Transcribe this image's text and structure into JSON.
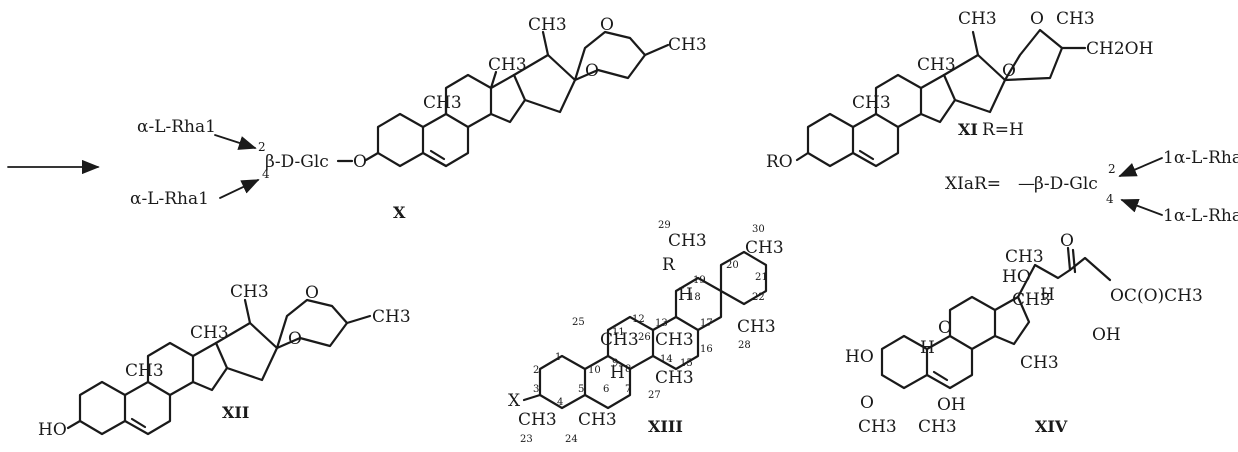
{
  "molecules": {
    "x": {
      "label": "X",
      "sugar_top": "α-L-Rha1",
      "sugar_bottom": "α-L-Rha1",
      "link2": "2",
      "link4": "4",
      "glc": "β-D-Glc",
      "o": "O",
      "ch3_18": "CH3",
      "ch3_19": "CH3",
      "ch3_21": "CH3",
      "ch3_27": "CH3",
      "o_ring": "O",
      "o_ring2": "O"
    },
    "xi": {
      "label": "XI",
      "r_def": "R=H",
      "ro": "RO",
      "ch3_18": "CH3",
      "ch3_19": "CH3",
      "ch3_21": "CH3",
      "ch3_25": "CH3",
      "ch2oh": "CH2OH",
      "o_ring": "O",
      "o_ring2": "O"
    },
    "xia": {
      "label": "XIaR=",
      "glc": "β-D-Glc",
      "link2": "2",
      "link4": "4",
      "sugar_top": "1α-L-Rha",
      "sugar_bottom": "1α-L-Rha"
    },
    "xii": {
      "label": "XII",
      "ho": "HO",
      "ch3_18": "CH3",
      "ch3_19": "CH3",
      "ch3_21": "CH3",
      "ch3_27": "CH3",
      "o_ring": "O",
      "o_ring2": "O"
    },
    "xiii": {
      "label": "XIII",
      "x": "X",
      "r": "R",
      "h18": "H",
      "h9": "H",
      "ch3_23": "CH3",
      "ch3_24": "CH3",
      "ch3_25": "CH3",
      "ch3_26": "CH3",
      "ch3_27": "CH3",
      "ch3_28": "CH3",
      "ch3_29": "CH3",
      "ch3_30": "CH3",
      "numbers": [
        "1",
        "2",
        "3",
        "4",
        "5",
        "6",
        "7",
        "8",
        "9",
        "10",
        "11",
        "12",
        "13",
        "14",
        "15",
        "16",
        "17",
        "18",
        "19",
        "20",
        "21",
        "22",
        "23",
        "24",
        "25",
        "26",
        "27",
        "28",
        "29",
        "30"
      ]
    },
    "xiv": {
      "label": "XIV",
      "ho2": "HO",
      "ho20": "HO",
      "oh11": "OH",
      "oh16": "OH",
      "o3": "O",
      "o11": "O",
      "o22": "O",
      "h10": "H",
      "h17": "H",
      "ch3_a": "CH3",
      "ch3_b": "CH3",
      "ch3_c": "CH3",
      "ch3_d": "CH3",
      "ch3_e": "CH3",
      "ester": "OC(O)CH3"
    }
  }
}
